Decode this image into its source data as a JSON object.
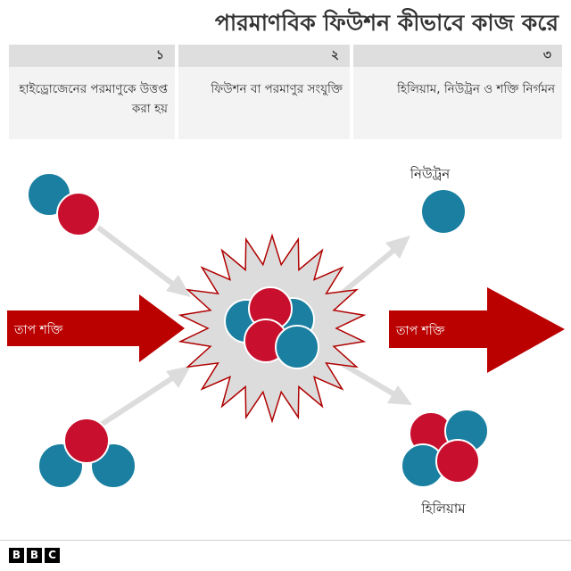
{
  "title": "পারমাণবিক ফিউশন কীভাবে কাজ করে",
  "steps": [
    {
      "number": "১",
      "text": "হাইড্রোজেনের পরমাণুকে উত্তপ্ত করা হয়"
    },
    {
      "number": "২",
      "text": "ফিউশন বা পরমাণুর সংযুক্তি"
    },
    {
      "number": "৩",
      "text": "হিলিয়াম, নিউট্রন ও শক্তি নির্গমন"
    }
  ],
  "diagram": {
    "heat_energy_in": "তাপ শক্তি",
    "heat_energy_out": "তাপ শক্তি",
    "neutron_label": "নিউট্রন",
    "helium_label": "হিলিয়াম"
  },
  "colors": {
    "proton": "#c8102e",
    "neutron": "#1a7fa0",
    "arrow_red": "#bb0000",
    "arrow_grey": "#dcdcdc",
    "burst_fill": "#dcdcdc",
    "burst_stroke": "#b00000"
  },
  "logo": "BBC"
}
